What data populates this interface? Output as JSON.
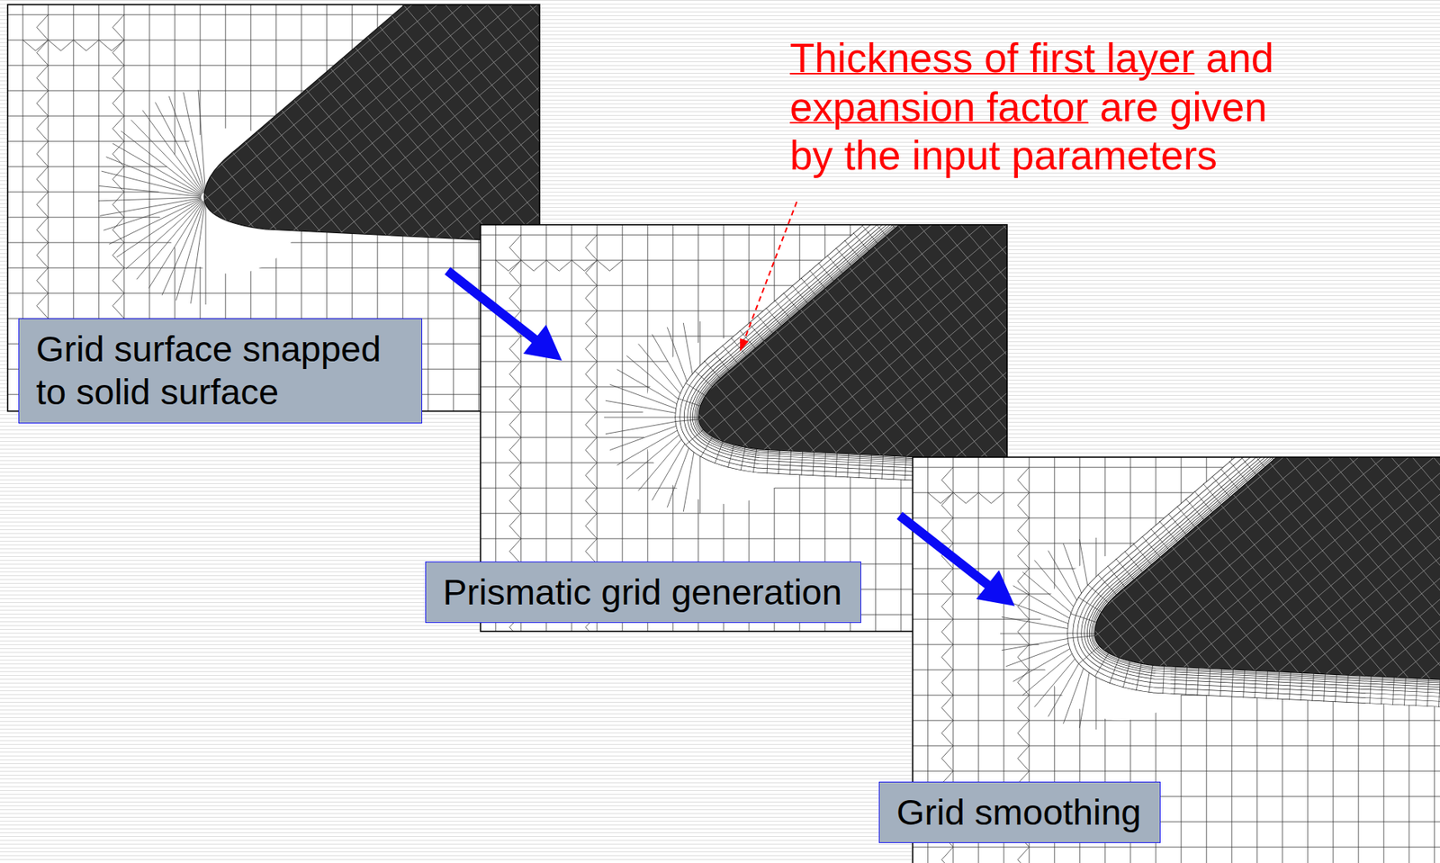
{
  "diagram": {
    "nodes": [
      {
        "text": [
          "Grid surface snapped to solid surface"
        ]
      },
      {
        "text": [
          "Prismatic grid generation"
        ]
      },
      {
        "text": [
          "Grid smoothing"
        ]
      }
    ],
    "edges": [
      {
        "from": 0,
        "to": 1,
        "arrow": "to"
      },
      {
        "from": 1,
        "to": 2,
        "arrow": "to"
      }
    ],
    "labels": [
      "Thickness of first layer",
      "and",
      "expansion factor",
      "are given by the input parameters"
    ]
  }
}
